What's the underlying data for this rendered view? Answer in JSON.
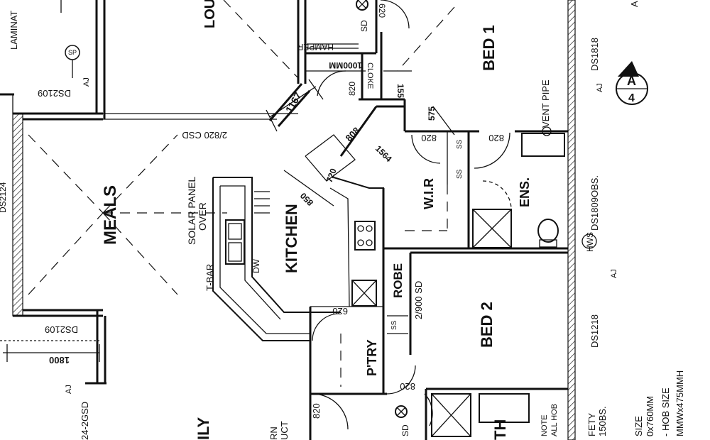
{
  "rooms": {
    "meals": "MEALS",
    "kitchen": "KITCHEN",
    "bed1": "BED 1",
    "bed2": "BED 2",
    "wir": "W.I.R",
    "ens": "ENS.",
    "robe": "ROBE",
    "pantry": "P'TRY",
    "lounge_partial": "LOU",
    "family_partial": "ILY",
    "bath_partial": "TH",
    "laminate_partial": "LAMINAT"
  },
  "labels": {
    "solar_panel": "SOLAR PANEL",
    "solar_over": "OVER",
    "tbar": "T-BAR",
    "dw": "DW",
    "vent_pipe": "VENT PIPE",
    "hws": "HWS",
    "cloke": "CLOKE",
    "hamper": "HAMPER",
    "sp": "SP",
    "aj1": "AJ",
    "aj2": "AJ",
    "aj3": "AJ",
    "aj4": "AJ",
    "sd1": "SD",
    "sd2": "SD",
    "ss1": "SS",
    "ss2": "SS",
    "ss3": "SS",
    "door_2_820_csd": "2/820 CSD",
    "door_2_900_sd": "2/900 SD",
    "window_ds2109_top": "DS2109",
    "window_ds2109_bottom": "DS2109",
    "window_ds1818": "DS1818",
    "window_ds1809obs": "DS1809OBS.",
    "window_ds1218": "DS1218",
    "window_24_2gsd": "24-2GSD",
    "window_ds2124_partial": "DS2124",
    "note_partial": "NOTE",
    "hob_partial": "ALL HOB",
    "safety_partial_1": "FETY",
    "safety_partial_2": "150BS.",
    "size_1": "SIZE",
    "size_2": "0x760MM",
    "size_3": "- HOB SIZE",
    "size_4": "MMWx475MMH",
    "urn_partial": "RN",
    "duct_partial": "UCT",
    "section_letter": "A",
    "section_number": "4",
    "top_right_partial": "A"
  },
  "dimensions": {
    "d1000mm": "1000MM",
    "d820_cloke": "820",
    "d1167": "1167",
    "d808": "808",
    "d155": "155",
    "d575": "575",
    "d1564": "1564",
    "d820_wir": "820",
    "d820_ens": "820",
    "d720": "720",
    "d850": "850",
    "d620_kitchen": "620",
    "d620_top": "620",
    "d1800": "1800",
    "d820_bed2": "820",
    "d820_bottom": "820"
  }
}
